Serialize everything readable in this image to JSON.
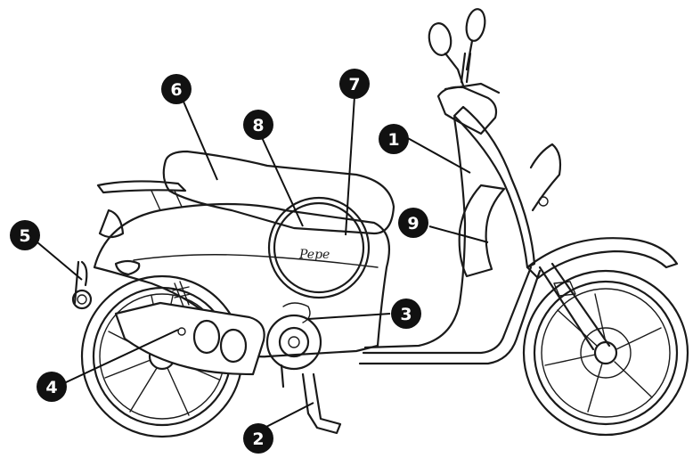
{
  "brand_mark": "Pepe",
  "callouts": [
    {
      "label": "1"
    },
    {
      "label": "2"
    },
    {
      "label": "3"
    },
    {
      "label": "4"
    },
    {
      "label": "5"
    },
    {
      "label": "6"
    },
    {
      "label": "7"
    },
    {
      "label": "8"
    },
    {
      "label": "9"
    }
  ]
}
